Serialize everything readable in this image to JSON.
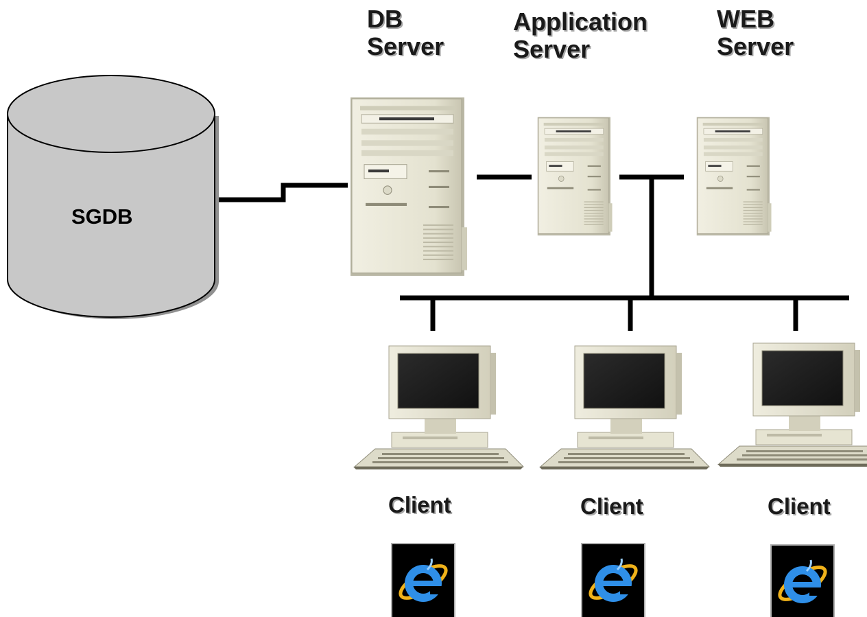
{
  "database": {
    "label": "SGDB"
  },
  "servers": [
    {
      "id": "db",
      "line1": "DB",
      "line2": "Server"
    },
    {
      "id": "app",
      "line1": "Application",
      "line2": "Server"
    },
    {
      "id": "web",
      "line1": "WEB",
      "line2": "Server"
    }
  ],
  "clients": [
    {
      "label": "Client",
      "icon": "internet-explorer-icon"
    },
    {
      "label": "Client",
      "icon": "internet-explorer-icon"
    },
    {
      "label": "Client",
      "icon": "internet-explorer-icon"
    }
  ],
  "colors": {
    "cylinder_fill": "#c8c8c8",
    "network_line": "#000000",
    "server_case": "#e6e4d2",
    "ie_blue": "#2f8fe8",
    "icon_bg": "#000000"
  }
}
